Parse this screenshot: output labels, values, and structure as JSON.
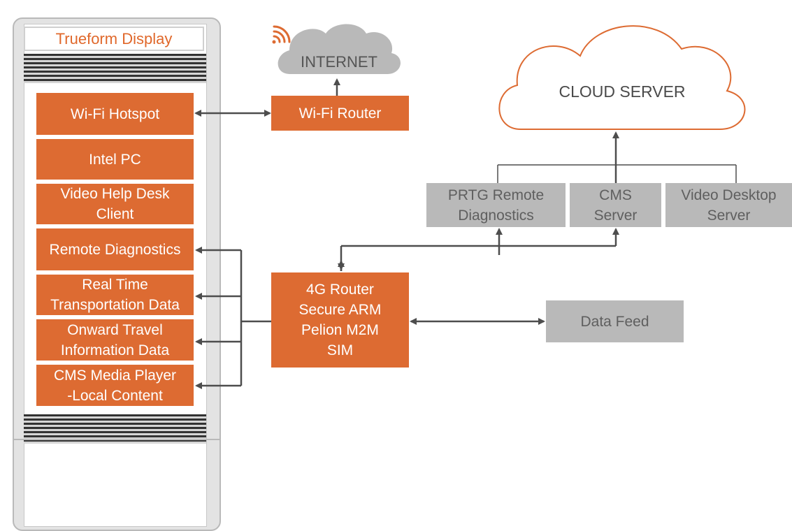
{
  "kiosk": {
    "title": "Trueform Display",
    "modules": [
      "Wi-Fi Hotspot",
      "Intel PC",
      "Video Help Desk\nClient",
      "Remote Diagnostics",
      "Real Time\nTransportation Data",
      "Onward Travel\nInformation Data",
      "CMS Media Player\n-Local Content"
    ]
  },
  "internet": {
    "label": "INTERNET",
    "icon": "wifi-signal-icon"
  },
  "wifi_router": {
    "label": "Wi-Fi Router"
  },
  "router_4g": {
    "label": "4G Router\nSecure ARM\nPelion M2M\nSIM"
  },
  "data_feed": {
    "label": "Data Feed"
  },
  "cloud_server": {
    "label": "CLOUD SERVER"
  },
  "servers": [
    "PRTG Remote\nDiagnostics",
    "CMS\nServer",
    "Video Desktop\nServer"
  ],
  "colors": {
    "accent": "#dd6b32",
    "grey_block": "#b9b9b9",
    "line": "#4d4d4d"
  }
}
